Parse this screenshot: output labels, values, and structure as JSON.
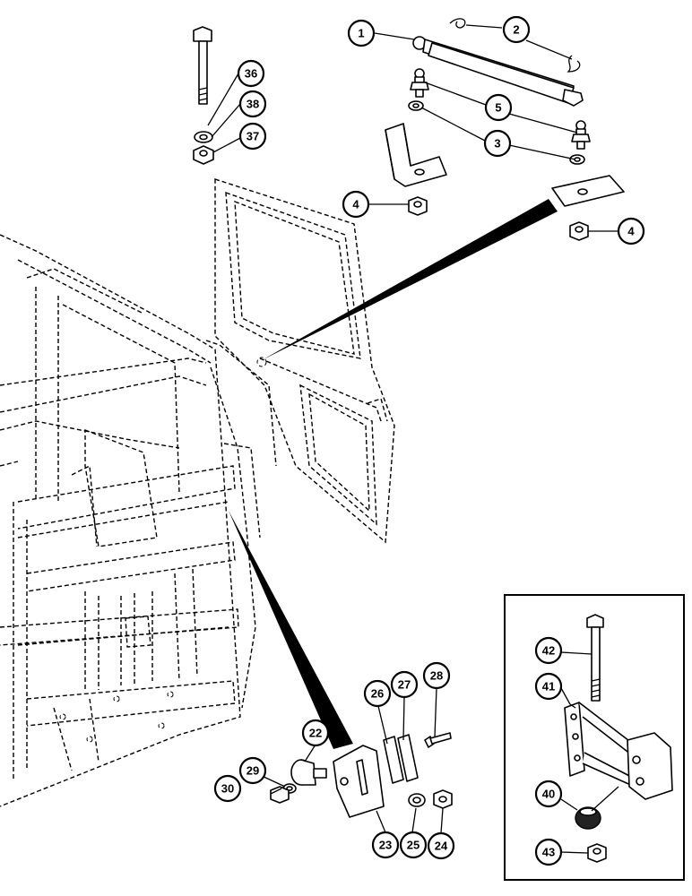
{
  "callouts": {
    "c1": "1",
    "c2": "2",
    "c3": "3",
    "c4a": "4",
    "c4b": "4",
    "c5": "5",
    "c22": "22",
    "c23": "23",
    "c24": "24",
    "c25": "25",
    "c26": "26",
    "c27": "27",
    "c28": "28",
    "c29": "29",
    "c30": "30",
    "c36": "36",
    "c37": "37",
    "c38": "38",
    "c40": "40",
    "c41": "41",
    "c42": "42",
    "c43": "43"
  }
}
